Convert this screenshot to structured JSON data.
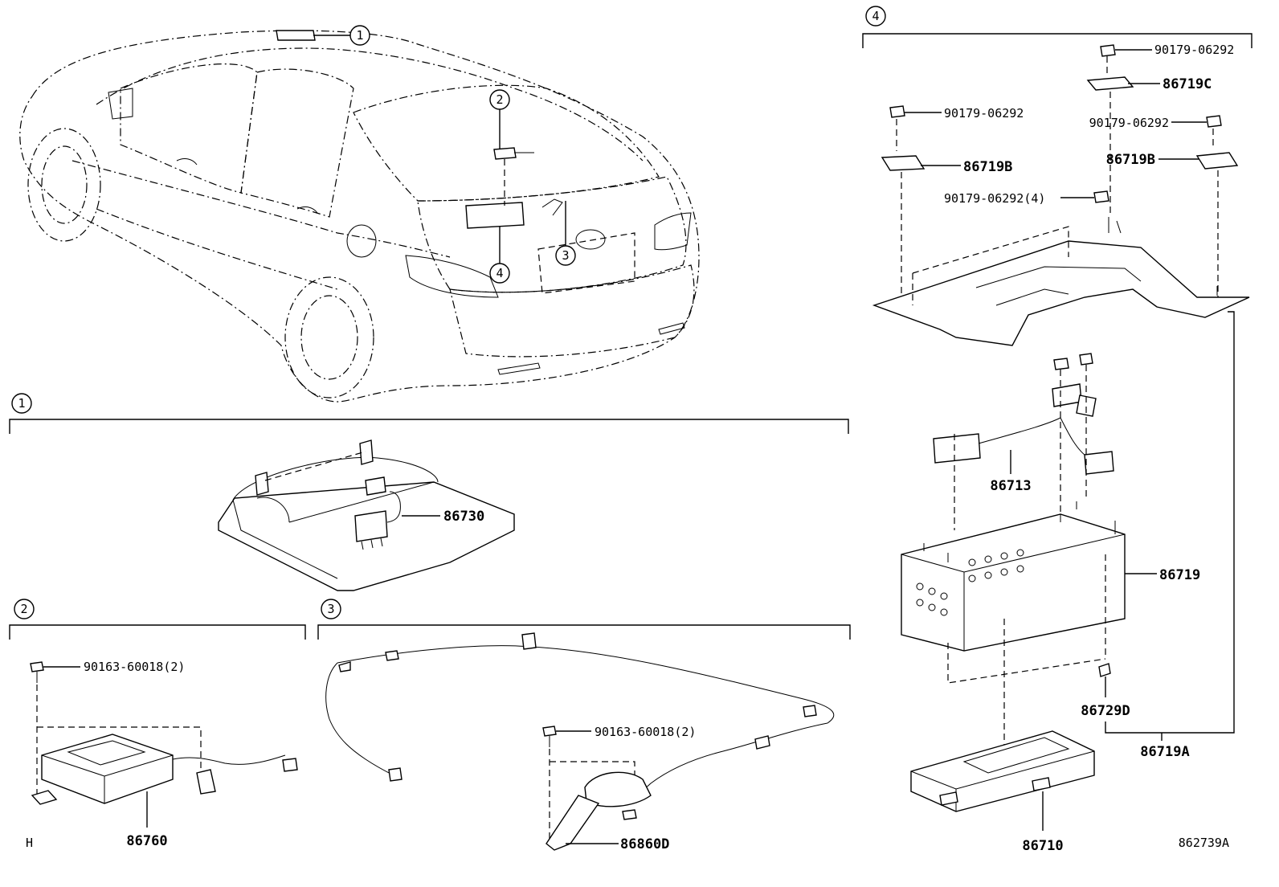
{
  "diagram": {
    "callouts": {
      "c1": "1",
      "c2": "2",
      "c3": "3",
      "c4": "4"
    },
    "parts": {
      "p86730": "86730",
      "p86760": "86760",
      "p86860D": "86860D",
      "p86710": "86710",
      "p86719": "86719",
      "p86713": "86713",
      "p86719A": "86719A",
      "p86719B_left": "86719B",
      "p86719B_right": "86719B",
      "p86719C": "86719C",
      "p86729D": "86729D",
      "bolt_sec2": "90163-60018(2)",
      "bolt_sec3": "90163-60018(2)",
      "nut_top": "90179-06292",
      "nut_left": "90179-06292",
      "nut_right": "90179-06292",
      "nut_bracket": "90179-06292(4)"
    },
    "footer": {
      "letter": "H",
      "drawing_number": "862739A"
    }
  }
}
